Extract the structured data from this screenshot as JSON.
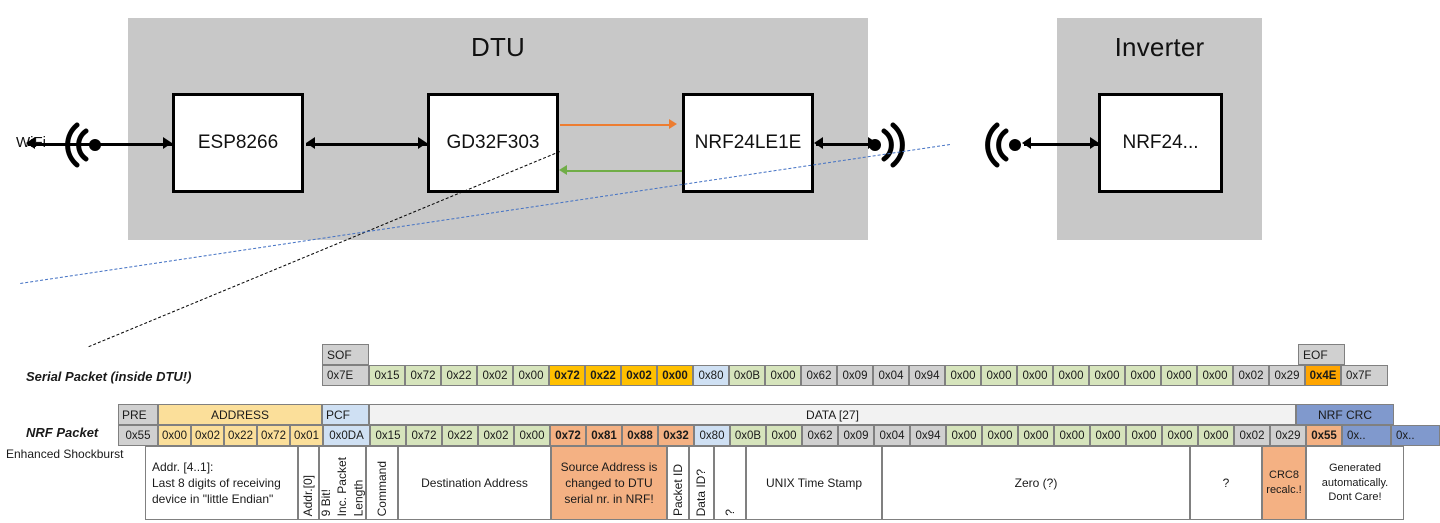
{
  "diagram": {
    "dtu": {
      "title": "DTU",
      "chips": [
        "ESP8266",
        "GD32F303",
        "NRF24LE1E"
      ]
    },
    "inverter": {
      "title": "Inverter",
      "chips": [
        "NRF24..."
      ]
    },
    "wifi_label": "WiFi",
    "icons": [
      "wifi-antenna-icon",
      "rf-antenna-icon"
    ],
    "link_colors": {
      "orange": "#ed7d31",
      "green": "#70ad47",
      "black": "#000000",
      "blue_dash": "#4472c4"
    }
  },
  "serial_packet": {
    "label": "Serial Packet (inside DTU!)",
    "sof_header": "SOF",
    "eof_header": "EOF",
    "sof_value": "0x7E",
    "eof_value": "0x7F",
    "bytes": [
      {
        "v": "0x15",
        "c": "green"
      },
      {
        "v": "0x72",
        "c": "green"
      },
      {
        "v": "0x22",
        "c": "green"
      },
      {
        "v": "0x02",
        "c": "green"
      },
      {
        "v": "0x00",
        "c": "green"
      },
      {
        "v": "0x72",
        "c": "amber",
        "b": true
      },
      {
        "v": "0x22",
        "c": "amber",
        "b": true
      },
      {
        "v": "0x02",
        "c": "amber",
        "b": true
      },
      {
        "v": "0x00",
        "c": "amber",
        "b": true
      },
      {
        "v": "0x80",
        "c": "blue"
      },
      {
        "v": "0x0B",
        "c": "green"
      },
      {
        "v": "0x00",
        "c": "green"
      },
      {
        "v": "0x62",
        "c": "gray"
      },
      {
        "v": "0x09",
        "c": "gray"
      },
      {
        "v": "0x04",
        "c": "gray"
      },
      {
        "v": "0x94",
        "c": "gray"
      },
      {
        "v": "0x00",
        "c": "green"
      },
      {
        "v": "0x00",
        "c": "green"
      },
      {
        "v": "0x00",
        "c": "green"
      },
      {
        "v": "0x00",
        "c": "green"
      },
      {
        "v": "0x00",
        "c": "green"
      },
      {
        "v": "0x00",
        "c": "green"
      },
      {
        "v": "0x00",
        "c": "green"
      },
      {
        "v": "0x00",
        "c": "green"
      },
      {
        "v": "0x02",
        "c": "gray"
      },
      {
        "v": "0x29",
        "c": "gray"
      },
      {
        "v": "0x4E",
        "c": "orange",
        "b": true
      }
    ]
  },
  "nrf_packet": {
    "label": "NRF Packet",
    "sublabel": "Enhanced Shockburst",
    "headers": [
      {
        "t": "PRE",
        "c": "gray"
      },
      {
        "t": "ADDRESS",
        "c": "amberlight"
      },
      {
        "t": "PCF",
        "c": "blue"
      },
      {
        "t": "DATA [27]",
        "c": "lightgray"
      },
      {
        "t": "NRF CRC",
        "c": "darkblue"
      }
    ],
    "pre": "0x55",
    "address": [
      "0x00",
      "0x02",
      "0x22",
      "0x72",
      "0x01"
    ],
    "pcf": "0x0DA",
    "bytes": [
      {
        "v": "0x15",
        "c": "green"
      },
      {
        "v": "0x72",
        "c": "green"
      },
      {
        "v": "0x22",
        "c": "green"
      },
      {
        "v": "0x02",
        "c": "green"
      },
      {
        "v": "0x00",
        "c": "green"
      },
      {
        "v": "0x72",
        "c": "salmon",
        "b": true
      },
      {
        "v": "0x81",
        "c": "salmon",
        "b": true
      },
      {
        "v": "0x88",
        "c": "salmon",
        "b": true
      },
      {
        "v": "0x32",
        "c": "salmon",
        "b": true
      },
      {
        "v": "0x80",
        "c": "blue"
      },
      {
        "v": "0x0B",
        "c": "green"
      },
      {
        "v": "0x00",
        "c": "green"
      },
      {
        "v": "0x62",
        "c": "gray"
      },
      {
        "v": "0x09",
        "c": "gray"
      },
      {
        "v": "0x04",
        "c": "gray"
      },
      {
        "v": "0x94",
        "c": "gray"
      },
      {
        "v": "0x00",
        "c": "green"
      },
      {
        "v": "0x00",
        "c": "green"
      },
      {
        "v": "0x00",
        "c": "green"
      },
      {
        "v": "0x00",
        "c": "green"
      },
      {
        "v": "0x00",
        "c": "green"
      },
      {
        "v": "0x00",
        "c": "green"
      },
      {
        "v": "0x00",
        "c": "green"
      },
      {
        "v": "0x00",
        "c": "green"
      },
      {
        "v": "0x02",
        "c": "gray"
      },
      {
        "v": "0x29",
        "c": "gray"
      },
      {
        "v": "0x55",
        "c": "salmon",
        "b": true
      }
    ],
    "crc": [
      "0x..",
      "0x.."
    ],
    "descriptions": [
      {
        "id": "addr-4-1",
        "text": "Addr. [4..1]:\nLast 8 digits of receiving device in \"little Endian\"",
        "vertical": false,
        "c": "white"
      },
      {
        "id": "addr-0",
        "text": "Addr.[0]",
        "vertical": true,
        "c": "white"
      },
      {
        "id": "packet-length",
        "text": "9 Bit!\nInc. Packet\nLength",
        "vertical": true,
        "c": "white"
      },
      {
        "id": "command",
        "text": "Command",
        "vertical": true,
        "c": "white"
      },
      {
        "id": "destination-address",
        "text": "Destination Address",
        "vertical": false,
        "c": "white"
      },
      {
        "id": "source-address",
        "text": "Source Address is changed to DTU serial nr. in NRF!",
        "vertical": false,
        "c": "salmon"
      },
      {
        "id": "packet-id",
        "text": "Packet ID",
        "vertical": true,
        "c": "white"
      },
      {
        "id": "data-id",
        "text": "Data ID?",
        "vertical": true,
        "c": "white"
      },
      {
        "id": "unknown-1",
        "text": "?",
        "vertical": true,
        "c": "white"
      },
      {
        "id": "unix-time-stamp",
        "text": "UNIX Time Stamp",
        "vertical": false,
        "c": "white"
      },
      {
        "id": "zero",
        "text": "Zero (?)",
        "vertical": false,
        "c": "white"
      },
      {
        "id": "unknown-2",
        "text": "?",
        "vertical": false,
        "c": "white"
      },
      {
        "id": "crc8",
        "text": "CRC8 recalc.!",
        "vertical": false,
        "c": "salmon"
      },
      {
        "id": "nrf-crc-note",
        "text": "Generated automatically. Dont Care!",
        "vertical": false,
        "c": "white"
      }
    ]
  },
  "palette": {
    "green": "#d6e4bc",
    "amber": "#ffc000",
    "amberlight": "#fbdf9a",
    "orange": "#ffa500",
    "blue": "#cfe0f3",
    "darkblue": "#8099cd",
    "gray": "#d0d0d0",
    "lightgray": "#f2f2f2",
    "salmon": "#f4b183",
    "white": "#ffffff",
    "enclosure": "#c8c8c8"
  }
}
